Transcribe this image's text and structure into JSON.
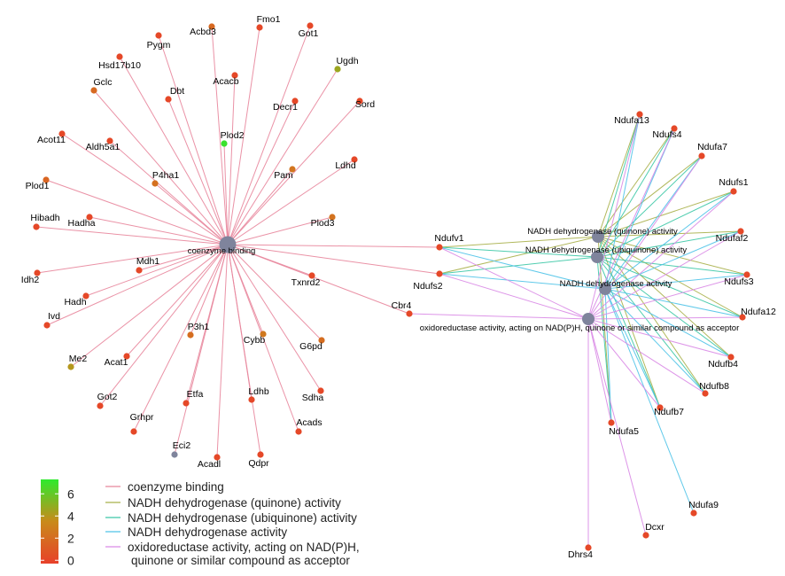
{
  "colors": {
    "coenzyme": "#E8869C",
    "quinone": "#A8B04A",
    "ubiquinone": "#3CC8A6",
    "nadh": "#4FC3E8",
    "oxido": "#D98AE6",
    "term_node": "#7F849C",
    "gene_na": "#7F849C"
  },
  "color_scale": {
    "ticks": [
      {
        "value": 0,
        "label": "0"
      },
      {
        "value": 2,
        "label": "2"
      },
      {
        "value": 4,
        "label": "4"
      },
      {
        "value": 6,
        "label": "6"
      }
    ],
    "min": -0.3,
    "max": 7.3,
    "low_color": "#E8402A",
    "mid_color": "#C98A1A",
    "high_color": "#2EEA2E"
  },
  "terms": [
    {
      "id": "cb",
      "label": "coenzyme binding",
      "color_key": "coenzyme"
    },
    {
      "id": "q",
      "label": "NADH dehydrogenase (quinone) activity",
      "color_key": "quinone"
    },
    {
      "id": "u",
      "label": "NADH dehydrogenase (ubiquinone) activity",
      "color_key": "ubiquinone"
    },
    {
      "id": "n",
      "label": "NADH dehydrogenase activity",
      "color_key": "nadh"
    },
    {
      "id": "o",
      "label": "oxidoreductase activity, acting on NAD(P)H, quinone or similar compound as acceptor",
      "color_key": "oxido"
    }
  ],
  "legend": {
    "items": [
      {
        "label": "coenzyme binding",
        "color_key": "coenzyme"
      },
      {
        "label": "NADH dehydrogenase (quinone) activity",
        "color_key": "quinone"
      },
      {
        "label": "NADH dehydrogenase (ubiquinone) activity",
        "color_key": "ubiquinone"
      },
      {
        "label": "NADH dehydrogenase activity",
        "color_key": "nadh"
      },
      {
        "label": "oxidoreductase activity, acting on NAD(P)H,",
        "label2": "quinone or similar compound as acceptor",
        "color_key": "oxido"
      }
    ]
  },
  "genes": [
    {
      "name": "Fmo1",
      "value": 0.1
    },
    {
      "name": "Acbd3",
      "value": 1.8
    },
    {
      "name": "Got1",
      "value": 0.1
    },
    {
      "name": "Pygm",
      "value": 0.1
    },
    {
      "name": "Ugdh",
      "value": 4.6
    },
    {
      "name": "Hsd17b10",
      "value": 0.1
    },
    {
      "name": "Acacb",
      "value": 0.1
    },
    {
      "name": "Gclc",
      "value": 1.8
    },
    {
      "name": "Dbt",
      "value": 0.1
    },
    {
      "name": "Decr1",
      "value": 0.1
    },
    {
      "name": "Sord",
      "value": 0.1
    },
    {
      "name": "Plod2",
      "value": 7.0
    },
    {
      "name": "Acot11",
      "value": 0.1
    },
    {
      "name": "Aldh5a1",
      "value": 0.1
    },
    {
      "name": "Ldhd",
      "value": 0.1
    },
    {
      "name": "P4ha1",
      "value": 2.2
    },
    {
      "name": "Pam",
      "value": 2.4
    },
    {
      "name": "Plod1",
      "value": 1.6
    },
    {
      "name": "Hibadh",
      "value": 0.1
    },
    {
      "name": "Hadha",
      "value": 0.1
    },
    {
      "name": "Plod3",
      "value": 2.3
    },
    {
      "name": "Idh2",
      "value": 0.1
    },
    {
      "name": "Mdh1",
      "value": 0.1
    },
    {
      "name": "Txnrd2",
      "value": 0.1
    },
    {
      "name": "Hadh",
      "value": 0.1
    },
    {
      "name": "Ivd",
      "value": 0.1
    },
    {
      "name": "P3h1",
      "value": 2.0
    },
    {
      "name": "Cybb",
      "value": 2.6
    },
    {
      "name": "G6pd",
      "value": 2.0
    },
    {
      "name": "Me2",
      "value": 4.0
    },
    {
      "name": "Acat1",
      "value": 0.1
    },
    {
      "name": "Got2",
      "value": 0.1
    },
    {
      "name": "Etfa",
      "value": 0.1
    },
    {
      "name": "Ldhb",
      "value": 0.1
    },
    {
      "name": "Sdha",
      "value": 0.1
    },
    {
      "name": "Grhpr",
      "value": 0.1
    },
    {
      "name": "Acads",
      "value": 0.1
    },
    {
      "name": "Eci2",
      "value": null
    },
    {
      "name": "Acadl",
      "value": 0.1
    },
    {
      "name": "Qdpr",
      "value": 0.1
    },
    {
      "name": "Ndufv1",
      "value": 0.1
    },
    {
      "name": "Ndufs2",
      "value": 0.1
    },
    {
      "name": "Cbr4",
      "value": 0.1
    },
    {
      "name": "Ndufa13",
      "value": 0.1
    },
    {
      "name": "Ndufs4",
      "value": 0.1
    },
    {
      "name": "Ndufa7",
      "value": 0.1
    },
    {
      "name": "Ndufs1",
      "value": 0.1
    },
    {
      "name": "Ndufaf2",
      "value": 0.1
    },
    {
      "name": "Ndufs3",
      "value": 0.1
    },
    {
      "name": "Ndufa12",
      "value": 0.1
    },
    {
      "name": "Ndufb4",
      "value": 0.1
    },
    {
      "name": "Ndufb8",
      "value": 0.1
    },
    {
      "name": "Ndufb7",
      "value": 0.1
    },
    {
      "name": "Ndufa5",
      "value": 0.1
    },
    {
      "name": "Ndufa9",
      "value": 0.1
    },
    {
      "name": "Dcxr",
      "value": 0.1
    },
    {
      "name": "Dhrs4",
      "value": 0.1
    }
  ],
  "edges": {
    "cb": [
      "Fmo1",
      "Acbd3",
      "Got1",
      "Pygm",
      "Ugdh",
      "Hsd17b10",
      "Acacb",
      "Gclc",
      "Dbt",
      "Decr1",
      "Sord",
      "Plod2",
      "Acot11",
      "Aldh5a1",
      "Ldhd",
      "P4ha1",
      "Pam",
      "Plod1",
      "Hibadh",
      "Hadha",
      "Plod3",
      "Idh2",
      "Mdh1",
      "Txnrd2",
      "Hadh",
      "Ivd",
      "P3h1",
      "Cybb",
      "G6pd",
      "Me2",
      "Acat1",
      "Got2",
      "Etfa",
      "Ldhb",
      "Sdha",
      "Grhpr",
      "Acads",
      "Eci2",
      "Acadl",
      "Qdpr",
      "Ndufv1",
      "Ndufs2",
      "Cbr4"
    ],
    "q": [
      "Ndufv1",
      "Ndufs2",
      "Ndufa13",
      "Ndufs4",
      "Ndufa7",
      "Ndufs1",
      "Ndufaf2",
      "Ndufs3",
      "Ndufa12",
      "Ndufb4",
      "Ndufb8",
      "Ndufb7",
      "Ndufa5"
    ],
    "u": [
      "Ndufv1",
      "Ndufs2",
      "Ndufa13",
      "Ndufs4",
      "Ndufa7",
      "Ndufs1",
      "Ndufaf2",
      "Ndufs3",
      "Ndufa12",
      "Ndufb4",
      "Ndufb8",
      "Ndufb7",
      "Ndufa5"
    ],
    "n": [
      "Ndufv1",
      "Ndufs2",
      "Ndufa13",
      "Ndufs4",
      "Ndufa7",
      "Ndufs1",
      "Ndufaf2",
      "Ndufs3",
      "Ndufa12",
      "Ndufb4",
      "Ndufb8",
      "Ndufb7",
      "Ndufa5",
      "Ndufa9"
    ],
    "o": [
      "Ndufv1",
      "Ndufs2",
      "Cbr4",
      "Ndufa13",
      "Ndufs4",
      "Ndufa7",
      "Ndufs1",
      "Ndufaf2",
      "Ndufs3",
      "Ndufa12",
      "Ndufb4",
      "Ndufb8",
      "Ndufb7",
      "Ndufa5",
      "Dcxr",
      "Dhrs4"
    ]
  }
}
